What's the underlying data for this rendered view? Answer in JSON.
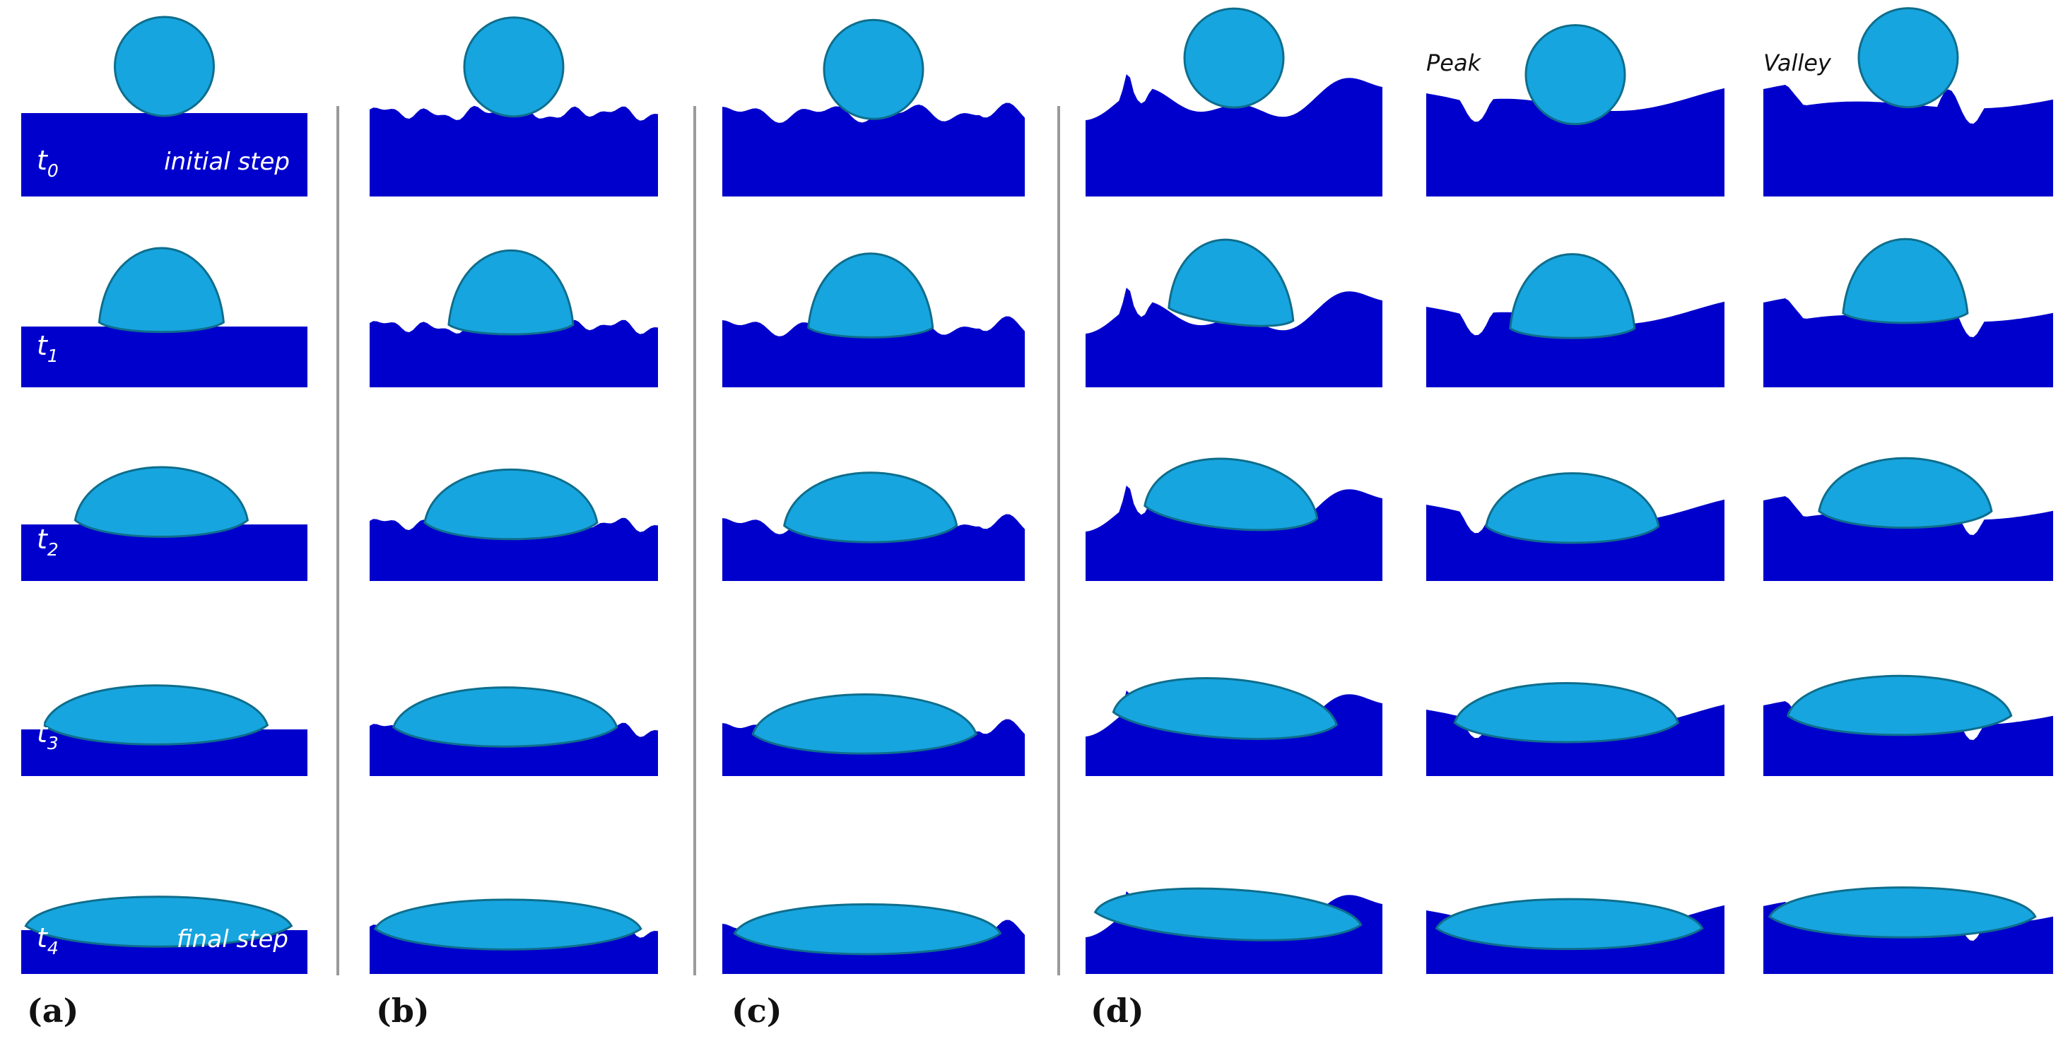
{
  "colors": {
    "substrate": "#0000CC",
    "droplet": "#17A5E0",
    "droplet_edge": "#0E6E8C",
    "divider": "#9A9A9A",
    "label_on_dark": "#FFFFFF",
    "label_on_light": "#111111"
  },
  "annotations": {
    "initial": "initial step",
    "final": "final step",
    "peak": "Peak",
    "valley": "Valley"
  },
  "time_labels": [
    {
      "base": "t",
      "sub": "0"
    },
    {
      "base": "t",
      "sub": "1"
    },
    {
      "base": "t",
      "sub": "2"
    },
    {
      "base": "t",
      "sub": "3"
    },
    {
      "base": "t",
      "sub": "4"
    }
  ],
  "panel_labels": [
    "(a)",
    "(b)",
    "(c)",
    "(d)"
  ],
  "columns": [
    {
      "id": "flat",
      "surface": "flat"
    },
    {
      "id": "fine-rough",
      "surface": "fine"
    },
    {
      "id": "medium-rough",
      "surface": "medium"
    },
    {
      "id": "wavy",
      "surface": "wavy"
    },
    {
      "id": "wavy-peak",
      "surface": "peak"
    },
    {
      "id": "wavy-valley",
      "surface": "valley"
    }
  ],
  "stages": [
    {
      "step": 0,
      "shape": "sphere"
    },
    {
      "step": 1,
      "shape": "dome"
    },
    {
      "step": 2,
      "shape": "cap"
    },
    {
      "step": 3,
      "shape": "lens"
    },
    {
      "step": 4,
      "shape": "flat-lens"
    }
  ]
}
